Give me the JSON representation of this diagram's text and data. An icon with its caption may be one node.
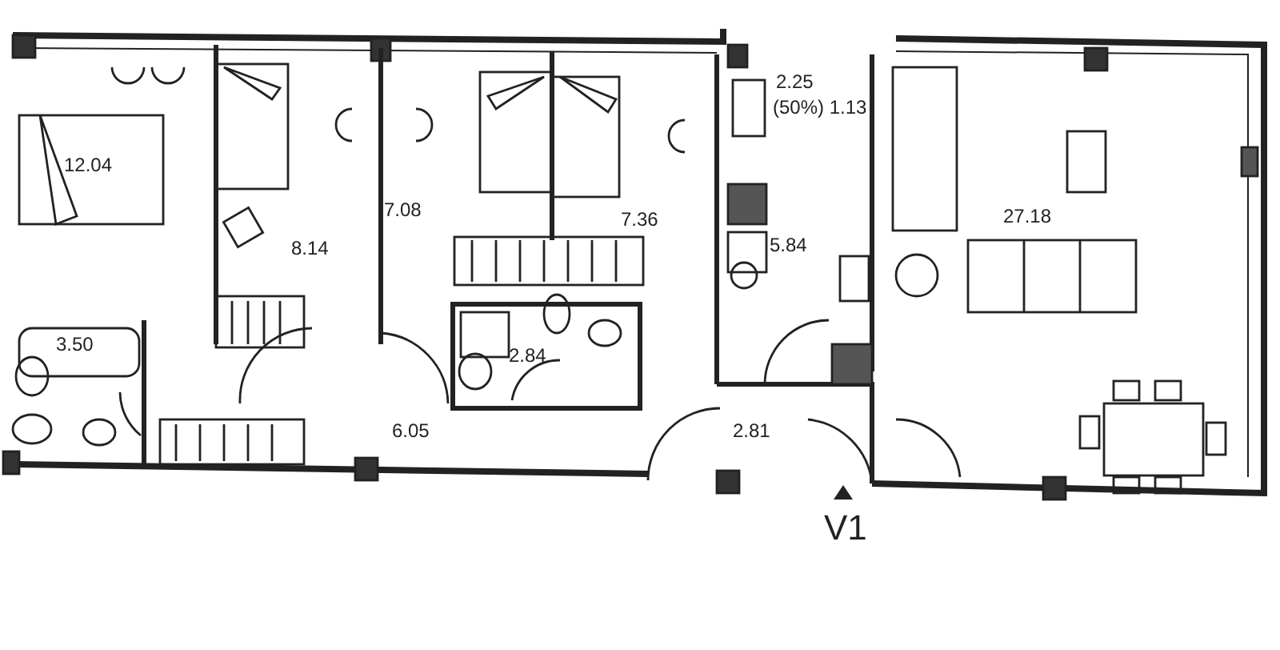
{
  "diagram": {
    "labels": [
      "12.04",
      "8.14",
      "7.08",
      "7.36",
      "2.25",
      "(50%) 1.13",
      "27.18",
      "5.84",
      "3.50",
      "2.84",
      "6.05",
      "2.81",
      "V1"
    ]
  }
}
